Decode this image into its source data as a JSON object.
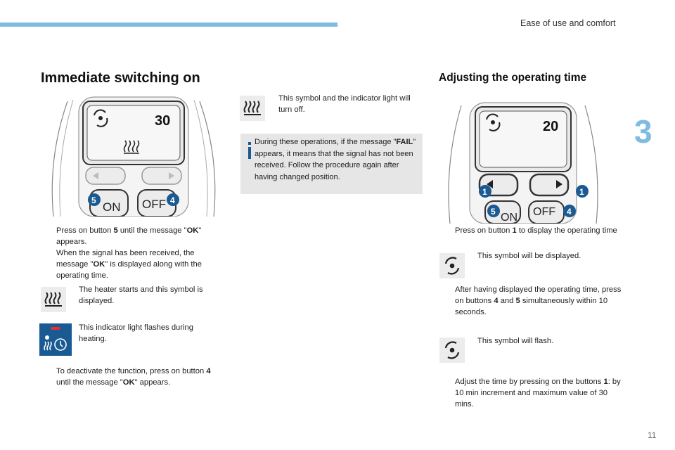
{
  "header": {
    "title": "Ease of use and comfort",
    "chapter": "3",
    "page_number": "11"
  },
  "left": {
    "title": "Immediate switching on",
    "remote": {
      "display_value": "30",
      "on_label": "ON",
      "off_label": "OFF",
      "badge_on": "5",
      "badge_off": "4"
    },
    "step1": {
      "bullet": "",
      "pre": "Press on button ",
      "btn": "5",
      "mid": " until the message \"",
      "msg": "OK",
      "post": "\" appears.",
      "line2_pre": "When the signal has been received, the message \"",
      "line2_msg": "OK",
      "line2_post": "\" is displayed along with the operating time."
    },
    "heater_note": "The heater starts and this symbol is displayed.",
    "indicator_note": "This indicator light flashes during heating.",
    "step2": {
      "bullet": "",
      "pre": "To deactivate the function, press on button ",
      "btn": "4",
      "mid": " until the message \"",
      "msg": "OK",
      "post": "\" appears."
    }
  },
  "middle": {
    "symbol_note": "This symbol and the indicator light will turn off.",
    "info": {
      "pre": "During these operations, if the message \"",
      "msg": "FAIL",
      "post": "\" appears, it means that the signal has not been received. Follow the procedure again after having changed position."
    }
  },
  "right": {
    "title": "Adjusting the operating time",
    "remote": {
      "display_value": "20",
      "on_label": "ON",
      "off_label": "OFF",
      "badge_left": "1",
      "badge_right": "1",
      "badge_on": "5",
      "badge_off": "4"
    },
    "step1": {
      "bullet": "",
      "pre": "Press on button ",
      "btn": "1",
      "post": " to display the operating time"
    },
    "display_note": "This symbol will be displayed.",
    "step2": {
      "bullet": "",
      "pre": "After having displayed the operating time, press on buttons ",
      "btn_a": "4",
      "and": " and ",
      "btn_b": "5",
      "post": " simultaneously within 10 seconds."
    },
    "flash_note": "This symbol will flash.",
    "step3": {
      "bullet": "",
      "pre": "Adjust the time by pressing on the buttons ",
      "btn": "1",
      "post": ": by 10 min increment and maximum value of 30 mins."
    }
  }
}
